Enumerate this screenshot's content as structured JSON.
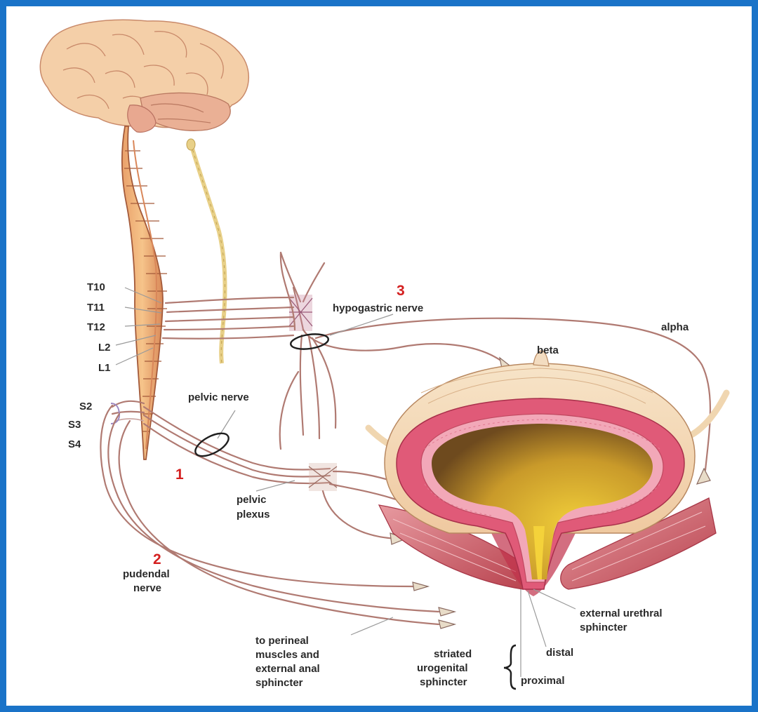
{
  "labels": {
    "t10": "T10",
    "t11": "T11",
    "t12": "T12",
    "l2": "L2",
    "l1": "L1",
    "s2": "S2",
    "s3": "S3",
    "s4": "S4",
    "hypogastric_number": "3",
    "hypogastric_nerve": "hypogastric nerve",
    "alpha": "alpha",
    "beta": "beta",
    "pelvic_nerve": "pelvic nerve",
    "pelvic_number": "1",
    "pelvic_plexus_line1": "pelvic",
    "pelvic_plexus_line2": "plexus",
    "pudendal_number": "2",
    "pudendal_line1": "pudendal",
    "pudendal_line2": "nerve",
    "perineal_line1": "to perineal",
    "perineal_line2": "muscles and",
    "perineal_line3": "external anal",
    "perineal_line4": "sphincter",
    "external_urethral_line1": "external urethral",
    "external_urethral_line2": "sphincter",
    "striated_line1": "striated",
    "striated_line2": "urogenital",
    "striated_line3": "sphincter",
    "distal": "distal",
    "proximal": "proximal"
  },
  "colors": {
    "frame": "#1a73c8",
    "nerve": "#b07a72",
    "number_red": "#d42020",
    "bladder_wall": "#e05a78",
    "urine": "#e0b428",
    "brain": "#f3caa6"
  }
}
